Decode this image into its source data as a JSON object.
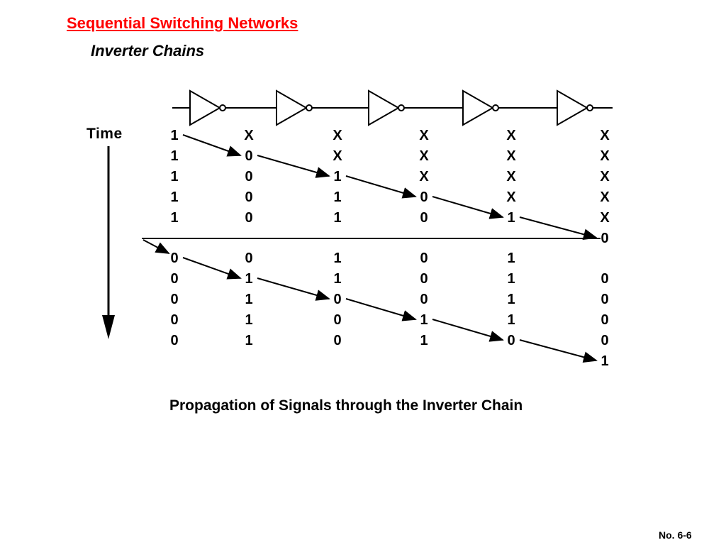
{
  "slide": {
    "title": "Sequential Switching Networks",
    "subtitle": "Inverter Chains",
    "time_label": "Time",
    "caption": "Propagation of Signals through the Inverter Chain",
    "page_number": "No. 6-6"
  },
  "colors": {
    "title": "#ff0000",
    "text": "#000000",
    "background": "#ffffff"
  },
  "inverter_count": 5,
  "table": {
    "top_rows": [
      [
        "1",
        "X",
        "X",
        "X",
        "X",
        "X"
      ],
      [
        "1",
        "0",
        "X",
        "X",
        "X",
        "X"
      ],
      [
        "1",
        "0",
        "1",
        "X",
        "X",
        "X"
      ],
      [
        "1",
        "0",
        "1",
        "0",
        "X",
        "X"
      ],
      [
        "1",
        "0",
        "1",
        "0",
        "1",
        "X"
      ],
      [
        "",
        "",
        "",
        "",
        "",
        "0"
      ]
    ],
    "bottom_rows": [
      [
        "0",
        "0",
        "1",
        "0",
        "1",
        ""
      ],
      [
        "0",
        "1",
        "1",
        "0",
        "1",
        "0"
      ],
      [
        "0",
        "1",
        "0",
        "0",
        "1",
        "0"
      ],
      [
        "0",
        "1",
        "0",
        "1",
        "1",
        "0"
      ],
      [
        "0",
        "1",
        "0",
        "1",
        "0",
        "0"
      ],
      [
        "",
        "",
        "",
        "",
        "",
        "1"
      ]
    ]
  }
}
